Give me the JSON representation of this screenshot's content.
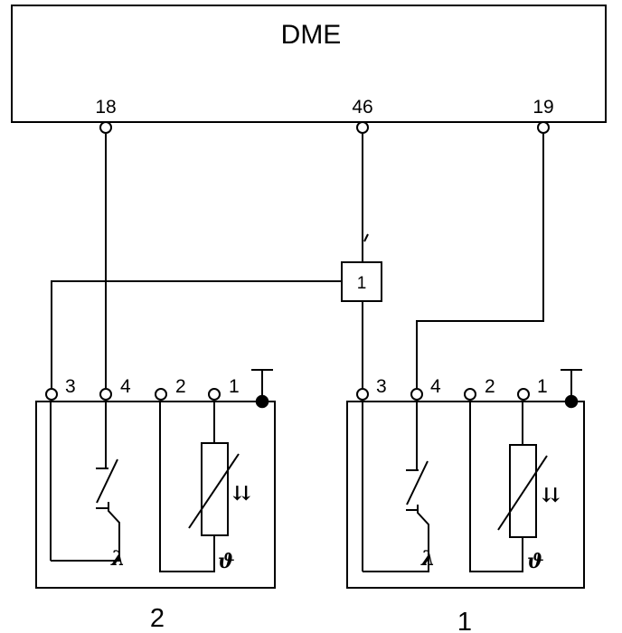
{
  "ecu": {
    "label": "DME"
  },
  "ecu_pins": [
    {
      "label": "18"
    },
    {
      "label": "46"
    },
    {
      "label": "19"
    }
  ],
  "relay": {
    "label": "1"
  },
  "sensors": [
    {
      "label": "2",
      "pins": [
        "3",
        "4",
        "2",
        "1"
      ],
      "lambda_symbol": "λ",
      "heater_symbol": "ϑ",
      "arrow_symbol": "⇊"
    },
    {
      "label": "1",
      "pins": [
        "3",
        "4",
        "2",
        "1"
      ],
      "lambda_symbol": "λ",
      "heater_symbol": "ϑ",
      "arrow_symbol": "⇊"
    }
  ]
}
